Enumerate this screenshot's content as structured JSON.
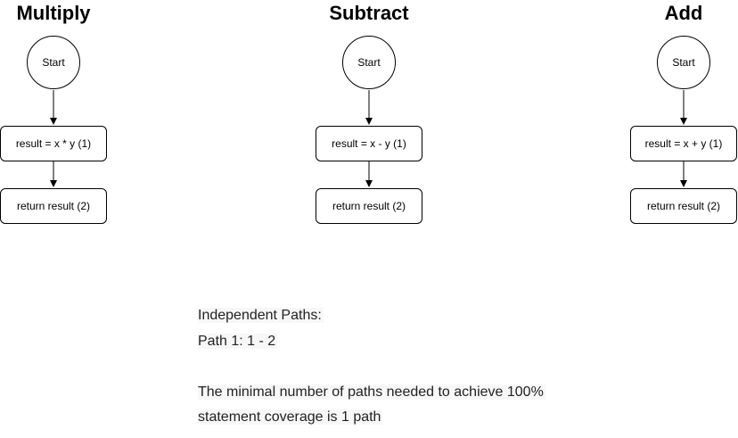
{
  "diagrams": [
    {
      "title": "Multiply",
      "start": "Start",
      "step1": "result = x * y (1)",
      "step2": "return result (2)"
    },
    {
      "title": "Subtract",
      "start": "Start",
      "step1": "result = x - y (1)",
      "step2": "return result (2)"
    },
    {
      "title": "Add",
      "start": "Start",
      "step1": "result = x + y (1)",
      "step2": "return result (2)"
    }
  ],
  "notes": {
    "heading": "Independent Paths:",
    "path1": "Path 1: 1 - 2",
    "conclusion_line1": "The minimal number of paths needed to achieve 100%",
    "conclusion_line2": "statement coverage is 1 path"
  }
}
